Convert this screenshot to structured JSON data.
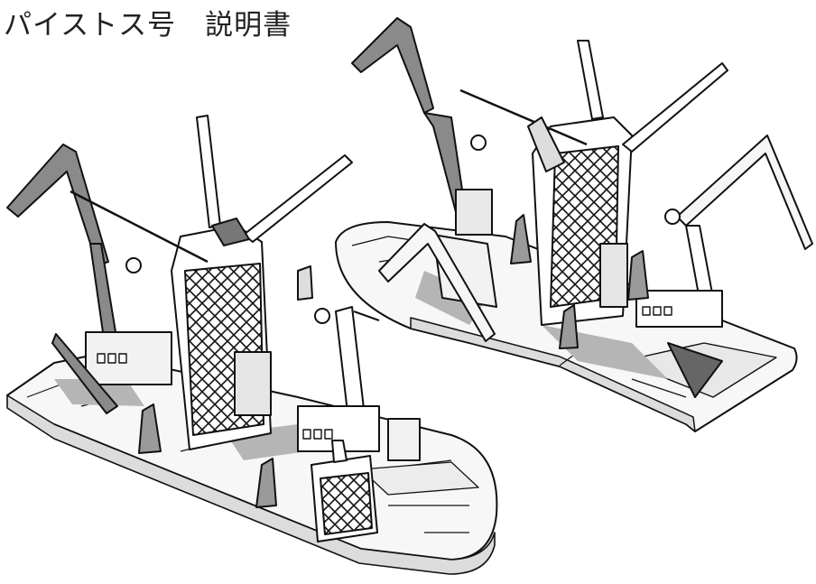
{
  "title": "パイストス号　説明書",
  "colors": {
    "ink": "#111111",
    "deck": "#f4f4f4",
    "shadow": "#8a8a8a",
    "shadow_light": "#b5b5b5",
    "background": "#ffffff"
  },
  "illustration": [
    "crane-ship-model-back",
    "crane-ship-model-front"
  ]
}
